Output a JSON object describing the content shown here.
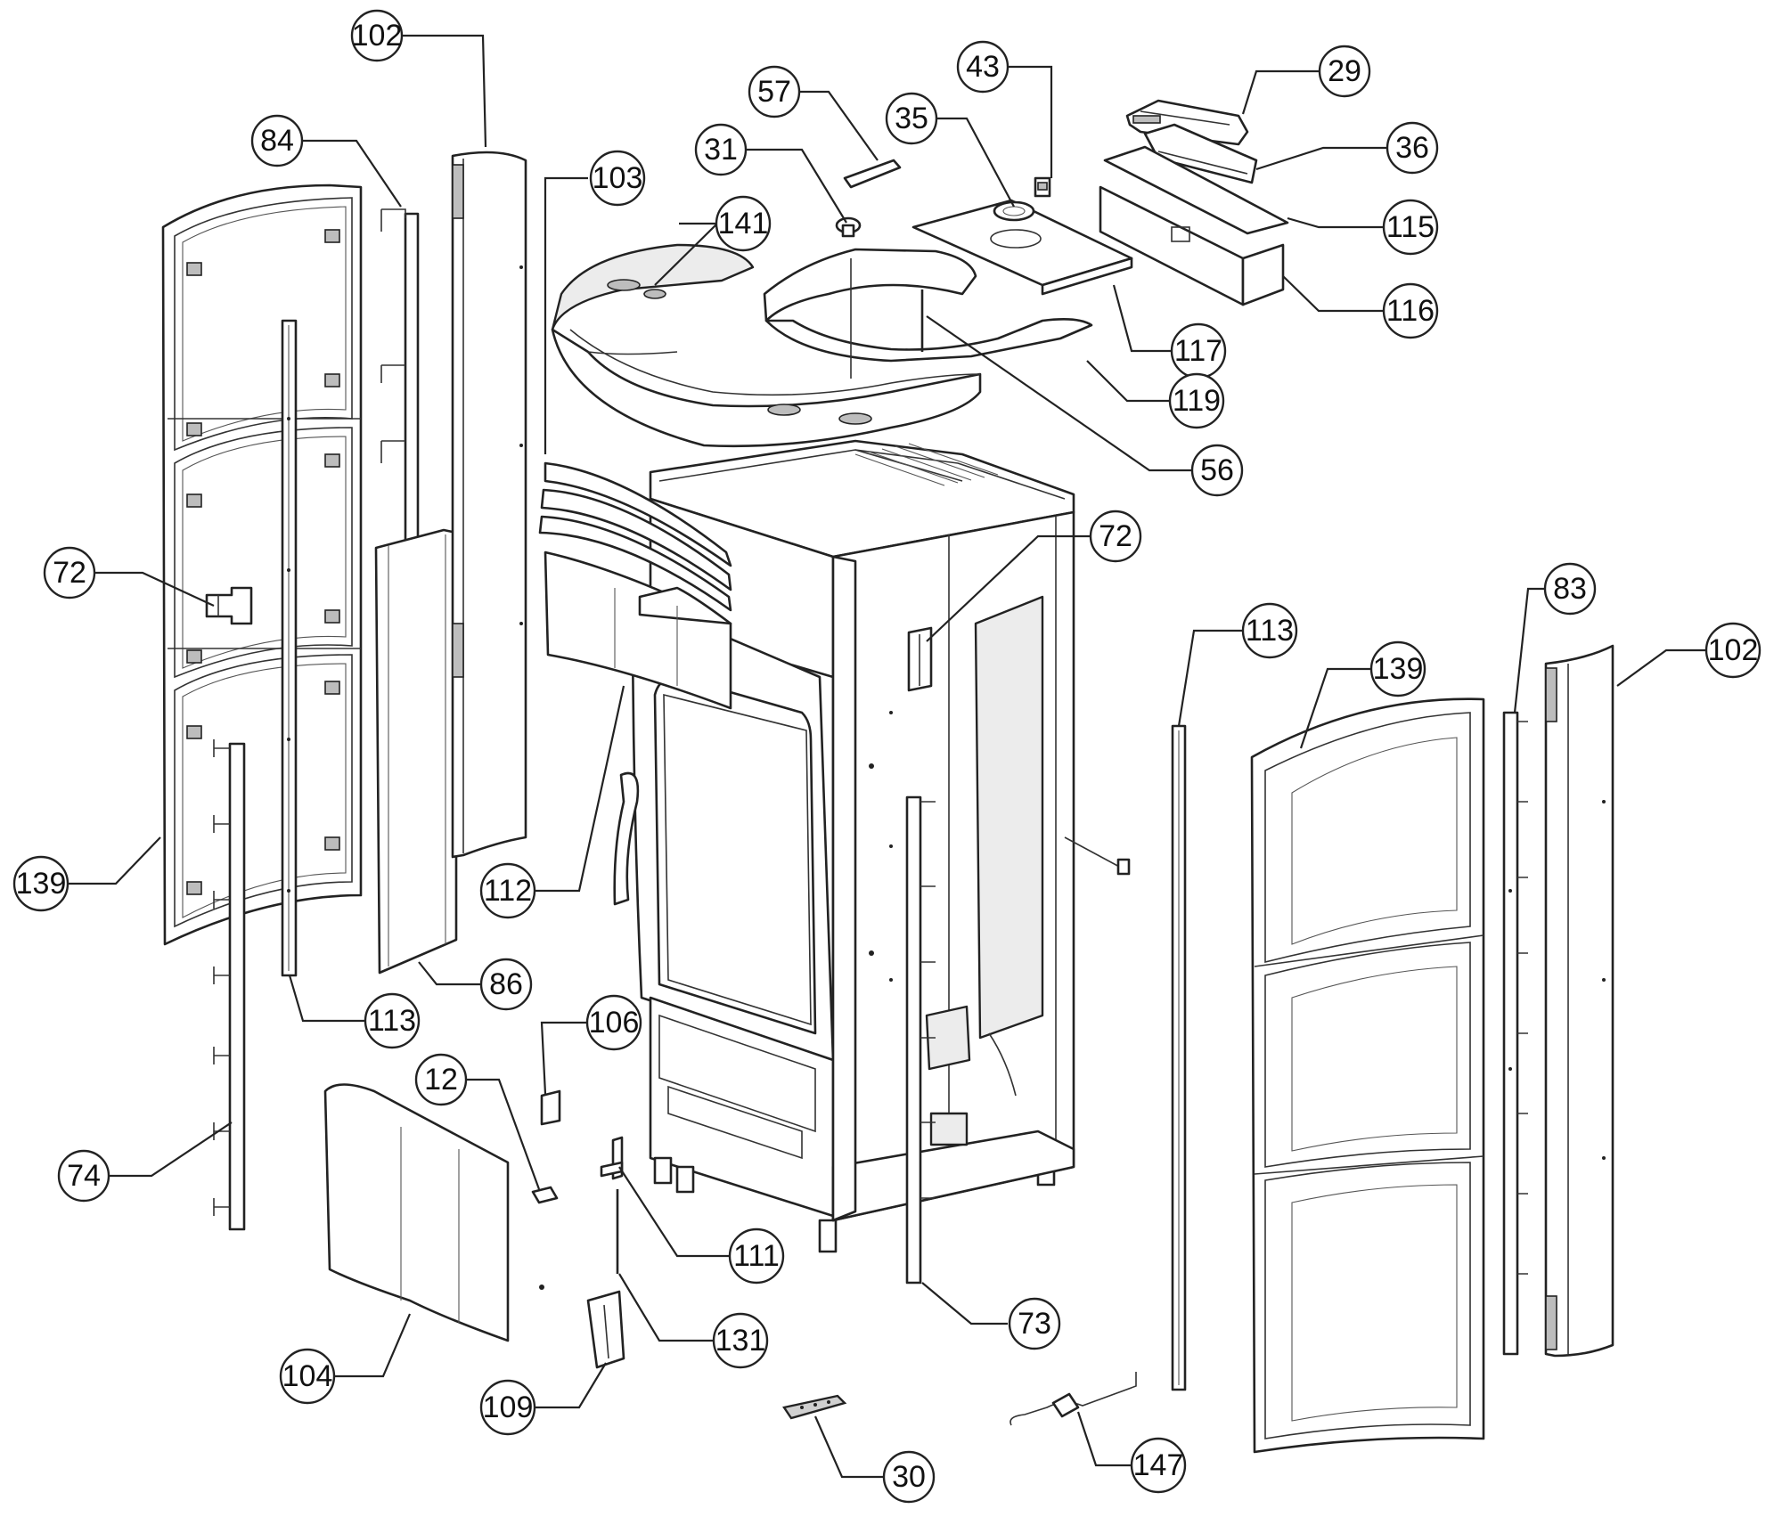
{
  "diagram": {
    "type": "exploded parts diagram",
    "callouts": [
      {
        "id": "c102a",
        "label": "102"
      },
      {
        "id": "c84",
        "label": "84"
      },
      {
        "id": "c103",
        "label": "103"
      },
      {
        "id": "c57",
        "label": "57"
      },
      {
        "id": "c31",
        "label": "31"
      },
      {
        "id": "c141",
        "label": "141"
      },
      {
        "id": "c43",
        "label": "43"
      },
      {
        "id": "c35",
        "label": "35"
      },
      {
        "id": "c29",
        "label": "29"
      },
      {
        "id": "c36",
        "label": "36"
      },
      {
        "id": "c115",
        "label": "115"
      },
      {
        "id": "c116",
        "label": "116"
      },
      {
        "id": "c117",
        "label": "117"
      },
      {
        "id": "c119",
        "label": "119"
      },
      {
        "id": "c56",
        "label": "56"
      },
      {
        "id": "c72a",
        "label": "72"
      },
      {
        "id": "c72b",
        "label": "72"
      },
      {
        "id": "c139a",
        "label": "139"
      },
      {
        "id": "c112",
        "label": "112"
      },
      {
        "id": "c113a",
        "label": "113"
      },
      {
        "id": "c86",
        "label": "86"
      },
      {
        "id": "c106",
        "label": "106"
      },
      {
        "id": "c12",
        "label": "12"
      },
      {
        "id": "c74",
        "label": "74"
      },
      {
        "id": "c104",
        "label": "104"
      },
      {
        "id": "c111",
        "label": "111"
      },
      {
        "id": "c131",
        "label": "131"
      },
      {
        "id": "c109",
        "label": "109"
      },
      {
        "id": "c73",
        "label": "73"
      },
      {
        "id": "c30",
        "label": "30"
      },
      {
        "id": "c147",
        "label": "147"
      },
      {
        "id": "c113b",
        "label": "113"
      },
      {
        "id": "c139b",
        "label": "139"
      },
      {
        "id": "c83",
        "label": "83"
      },
      {
        "id": "c102b",
        "label": "102"
      }
    ]
  }
}
